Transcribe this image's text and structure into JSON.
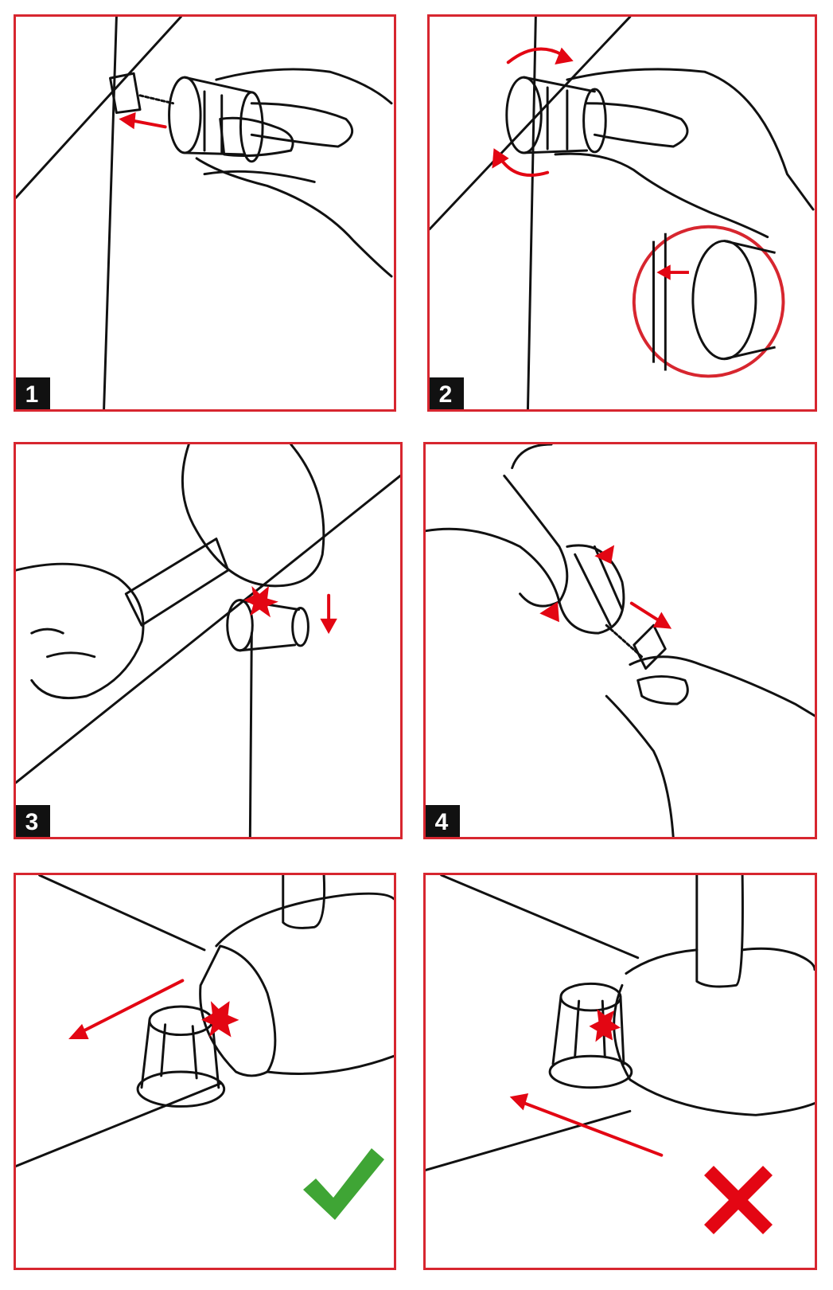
{
  "steps": [
    {
      "label": "1"
    },
    {
      "label": "2"
    },
    {
      "label": "3"
    },
    {
      "label": "4"
    }
  ],
  "result_marks": {
    "correct": {
      "icon": "check-icon",
      "color": "#3fa535"
    },
    "wrong": {
      "icon": "cross-icon",
      "color": "#e30613"
    }
  },
  "colors": {
    "frame": "#d7262f",
    "arrow": "#e30613",
    "line": "#111111"
  }
}
